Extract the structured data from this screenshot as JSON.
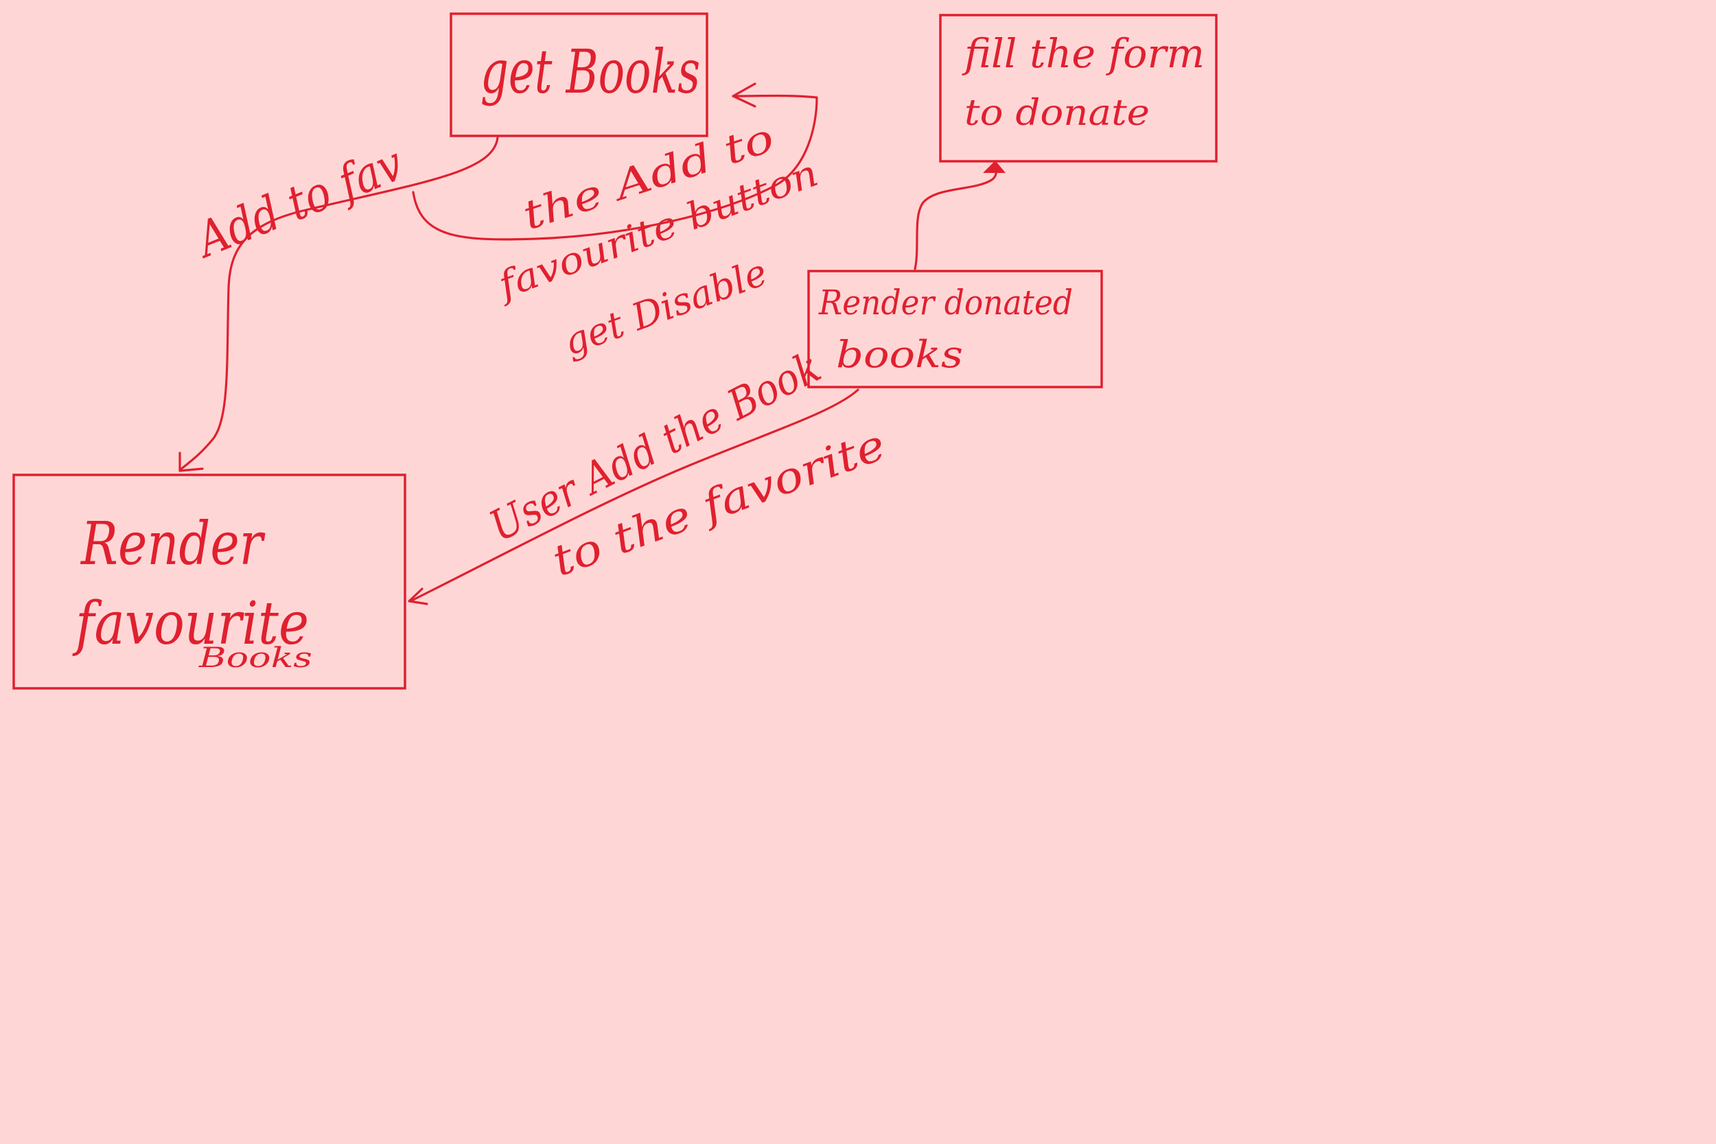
{
  "colors": {
    "background": "#ffd6d6",
    "ink": "#e0202f"
  },
  "nodes": {
    "get_books": {
      "line1": "get Books"
    },
    "fill_form": {
      "line1": "fill the form",
      "line2": "to donate"
    },
    "render_donated": {
      "line1": "Render donated",
      "line2": "books"
    },
    "render_favourite": {
      "line1": "Render",
      "line2": "favourite",
      "line3": "Books"
    }
  },
  "edges": {
    "add_to_fav": {
      "label": "Add to fav"
    },
    "disable_note": {
      "line1": "the Add to",
      "line2": "favourite button",
      "line3": "get Disable"
    },
    "user_add": {
      "line1": "User Add the Book",
      "line2": "to the favorite"
    }
  }
}
